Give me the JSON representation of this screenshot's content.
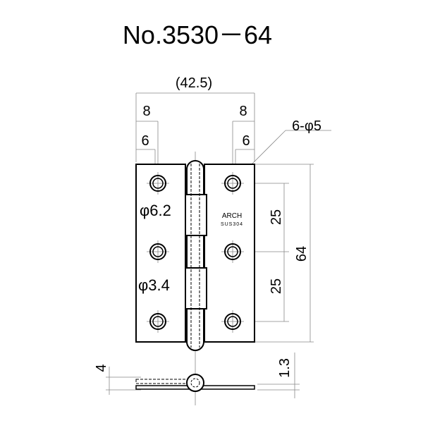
{
  "title": "No.3530－64",
  "dimensions": {
    "overall_width": "(42.5)",
    "left_8": "8",
    "left_6": "6",
    "right_8": "8",
    "right_6": "6",
    "holes": "6-φ5",
    "knuckle_dia": "φ6.2",
    "pin_dia": "φ3.4",
    "pitch_1": "25",
    "pitch_2": "25",
    "height": "64",
    "thickness_open": "4",
    "plate_thickness": "1.3"
  },
  "marking": {
    "brand": "ARCH",
    "material": "SUS304"
  }
}
